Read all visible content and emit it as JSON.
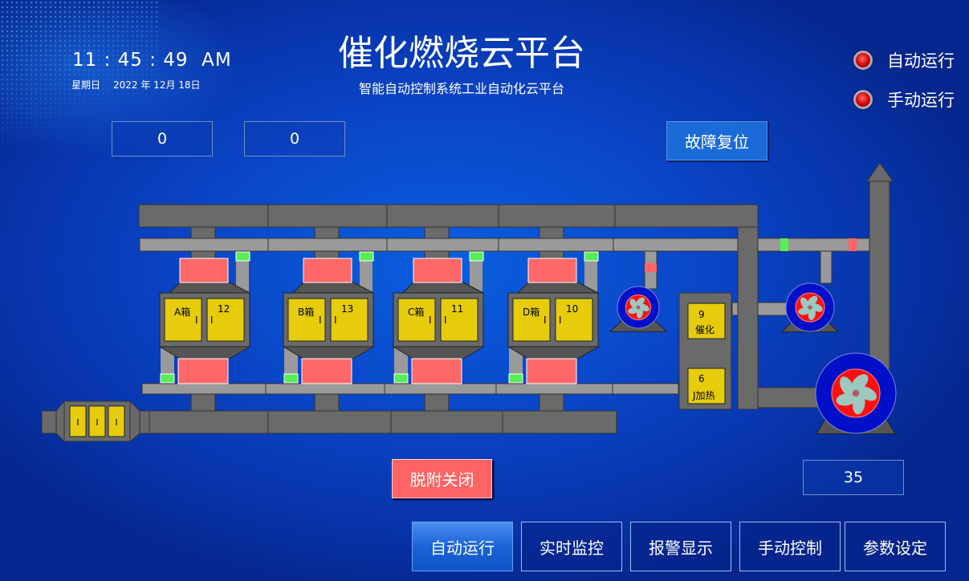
{
  "header": {
    "title": "催化燃烧云平台",
    "subtitle": "智能自动控制系统工业自动化云平台"
  },
  "clock": {
    "time": "11 : 45 : 49  AM",
    "weekday": "星期日",
    "date": "2022 年 12月 18日"
  },
  "counters": [
    "0",
    "0"
  ],
  "buttons": {
    "fault_reset": "故障复位",
    "desorption_off": "脱附关闭"
  },
  "status_lamps": [
    {
      "label": "自动运行",
      "color": "#e01010"
    },
    {
      "label": "手动运行",
      "color": "#e01010"
    }
  ],
  "tanks": [
    {
      "label": "A箱",
      "value": "12",
      "mark1": "I",
      "mark2": "I"
    },
    {
      "label": "B箱",
      "value": "13",
      "mark1": "I",
      "mark2": "I"
    },
    {
      "label": "C箱",
      "value": "11",
      "mark1": "I",
      "mark2": "I"
    },
    {
      "label": "D箱",
      "value": "10",
      "mark1": "I",
      "mark2": "I"
    }
  ],
  "catalytic": {
    "catalysis_value": "9",
    "catalysis_label": "催化",
    "heating_value": "6",
    "heating_label": "J加热"
  },
  "filter_marks": [
    "I",
    "I",
    "I"
  ],
  "main_fan_value": "35",
  "nav": [
    {
      "label": "自动运行",
      "active": true
    },
    {
      "label": "实时监控"
    },
    {
      "label": "报警显示"
    },
    {
      "label": "手动控制"
    },
    {
      "label": "参数设定"
    }
  ],
  "colors": {
    "duct": "#6a6a6a",
    "pipe": "#9a9a9a",
    "heater": "#ff6868",
    "panel": "#e6cc0a",
    "valve_open": "#55ee55",
    "valve_closed": "#ff6464",
    "fan_ring": "#0010c8",
    "fan_core": "#ff1010"
  }
}
